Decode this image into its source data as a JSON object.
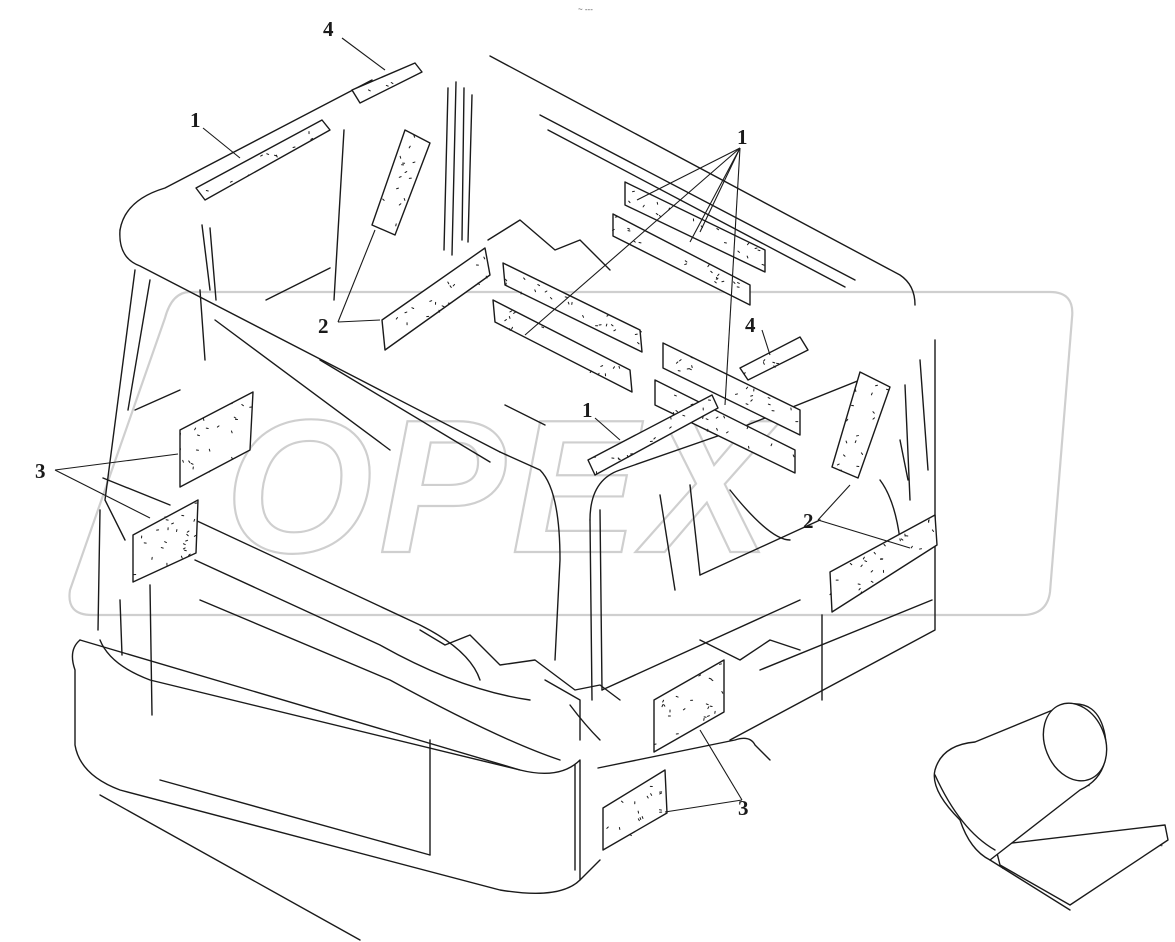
{
  "header": {
    "mark": "~ ---"
  },
  "watermark": {
    "text": "OPEX"
  },
  "callouts": [
    {
      "id": "c4-top",
      "label": "4"
    },
    {
      "id": "c1-left",
      "label": "1"
    },
    {
      "id": "c2-left",
      "label": "2"
    },
    {
      "id": "c3-left",
      "label": "3"
    },
    {
      "id": "c1-right",
      "label": "1"
    },
    {
      "id": "c4-right",
      "label": "4"
    },
    {
      "id": "c1-center",
      "label": "1"
    },
    {
      "id": "c2-right",
      "label": "2"
    },
    {
      "id": "c3-bottom",
      "label": "3"
    }
  ]
}
